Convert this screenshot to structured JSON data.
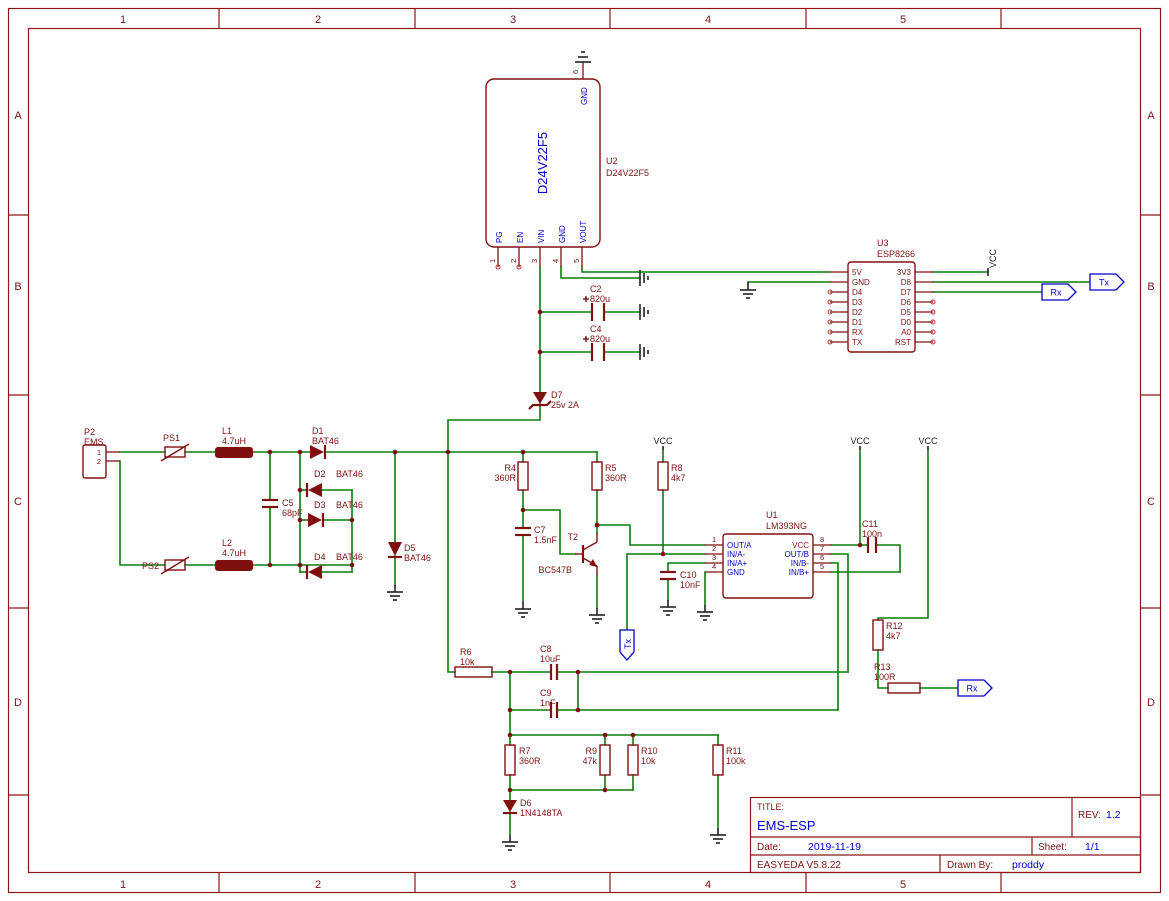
{
  "frame": {
    "columns": [
      "1",
      "2",
      "3",
      "4",
      "5"
    ],
    "rows": [
      "A",
      "B",
      "C",
      "D"
    ]
  },
  "title_block": {
    "title_label": "TITLE:",
    "title": "EMS-ESP",
    "rev_label": "REV:",
    "rev": "1.2",
    "date_label": "Date:",
    "date": "2019-11-19",
    "sheet_label": "Sheet:",
    "sheet": "1/1",
    "tool_version": "EASYEDA V5.8.22",
    "drawn_by_label": "Drawn By:",
    "drawn_by": "proddy"
  },
  "components": {
    "U2": {
      "ref": "U2",
      "value": "D24V22F5",
      "display": "D24V22F5"
    },
    "U3": {
      "ref": "U3",
      "value": "ESP8266"
    },
    "U1": {
      "ref": "U1",
      "value": "LM393NG"
    },
    "P2": {
      "ref": "P2",
      "value": "EMS"
    },
    "PS1": {
      "ref": "PS1"
    },
    "PS2": {
      "ref": "PS2"
    },
    "L1": {
      "ref": "L1",
      "value": "4.7uH"
    },
    "L2": {
      "ref": "L2",
      "value": "4.7uH"
    },
    "D1": {
      "ref": "D1",
      "value": "BAT46"
    },
    "D2": {
      "ref": "D2",
      "value": "BAT46"
    },
    "D3": {
      "ref": "D3",
      "value": "BAT46"
    },
    "D4": {
      "ref": "D4",
      "value": "BAT46"
    },
    "D5": {
      "ref": "D5",
      "value": "BAT46"
    },
    "D6": {
      "ref": "D6",
      "value": "1N4148TA"
    },
    "D7": {
      "ref": "D7",
      "value": "25v 2A"
    },
    "C2": {
      "ref": "C2",
      "value": "820u"
    },
    "C4": {
      "ref": "C4",
      "value": "820u"
    },
    "C5": {
      "ref": "C5",
      "value": "68pF"
    },
    "C7": {
      "ref": "C7",
      "value": "1.5nF"
    },
    "C8": {
      "ref": "C8",
      "value": "10uF"
    },
    "C9": {
      "ref": "C9",
      "value": "1nF"
    },
    "C10": {
      "ref": "C10",
      "value": "10nF"
    },
    "C11": {
      "ref": "C11",
      "value": "100n"
    },
    "R4": {
      "ref": "R4",
      "value": "360R"
    },
    "R5": {
      "ref": "R5",
      "value": "360R"
    },
    "R6": {
      "ref": "R6",
      "value": "10k"
    },
    "R7": {
      "ref": "R7",
      "value": "360R"
    },
    "R8": {
      "ref": "R8",
      "value": "4k7"
    },
    "R9": {
      "ref": "R9",
      "value": "47k"
    },
    "R10": {
      "ref": "R10",
      "value": "10k"
    },
    "R11": {
      "ref": "R11",
      "value": "100k"
    },
    "R12": {
      "ref": "R12",
      "value": "4k7"
    },
    "R13": {
      "ref": "R13",
      "value": "100R"
    },
    "T2": {
      "ref": "T2",
      "value": "BC547B"
    }
  },
  "pins": {
    "u2_top": {
      "num": "6",
      "name": "GND"
    },
    "u2_bottom": [
      {
        "num": "1",
        "name": "PG"
      },
      {
        "num": "2",
        "name": "EN"
      },
      {
        "num": "3",
        "name": "VIN"
      },
      {
        "num": "4",
        "name": "GND"
      },
      {
        "num": "5",
        "name": "VOUT"
      }
    ],
    "u3_left": [
      "5V",
      "GND",
      "D4",
      "D3",
      "D2",
      "D1",
      "RX",
      "TX"
    ],
    "u3_right": [
      "3V3",
      "D8",
      "D7",
      "D6",
      "D5",
      "D0",
      "A0",
      "RST"
    ],
    "u1_left": [
      {
        "num": "1",
        "name": "OUT/A"
      },
      {
        "num": "2",
        "name": "IN/A-"
      },
      {
        "num": "3",
        "name": "IN/A+"
      },
      {
        "num": "4",
        "name": "GND"
      }
    ],
    "u1_right": [
      {
        "num": "8",
        "name": "VCC"
      },
      {
        "num": "7",
        "name": "OUT/B"
      },
      {
        "num": "6",
        "name": "IN/B-"
      },
      {
        "num": "5",
        "name": "IN/B+"
      }
    ],
    "p2": [
      "1",
      "2"
    ]
  },
  "nets": {
    "vcc": "VCC",
    "tx": "Tx",
    "rx": "Rx"
  }
}
